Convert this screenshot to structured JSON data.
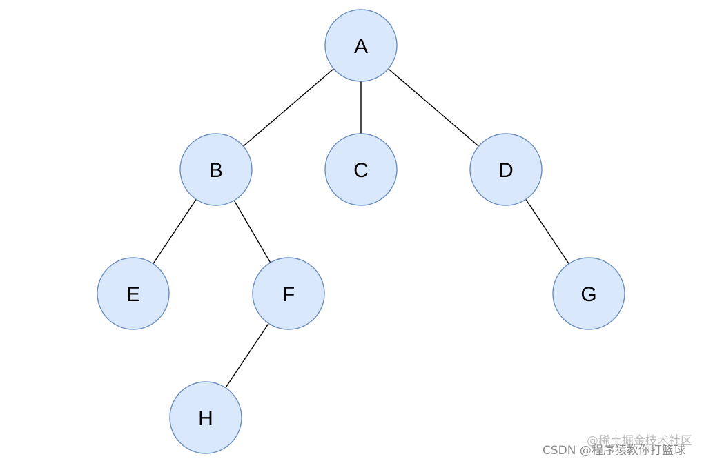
{
  "nodes": [
    {
      "id": "A",
      "label": "A"
    },
    {
      "id": "B",
      "label": "B"
    },
    {
      "id": "C",
      "label": "C"
    },
    {
      "id": "D",
      "label": "D"
    },
    {
      "id": "E",
      "label": "E"
    },
    {
      "id": "F",
      "label": "F"
    },
    {
      "id": "G",
      "label": "G"
    },
    {
      "id": "H",
      "label": "H"
    }
  ],
  "edges": [
    {
      "from": "A",
      "to": "B"
    },
    {
      "from": "A",
      "to": "C"
    },
    {
      "from": "A",
      "to": "D"
    },
    {
      "from": "B",
      "to": "E"
    },
    {
      "from": "B",
      "to": "F"
    },
    {
      "from": "D",
      "to": "G"
    },
    {
      "from": "F",
      "to": "H"
    }
  ],
  "style": {
    "node_fill": "#dae8fc",
    "node_stroke": "#6c8ebf",
    "edge_color": "#000000"
  },
  "watermark": {
    "primary": "CSDN @程序猿教你打篮球",
    "secondary": "@稀土掘金技术社区"
  }
}
